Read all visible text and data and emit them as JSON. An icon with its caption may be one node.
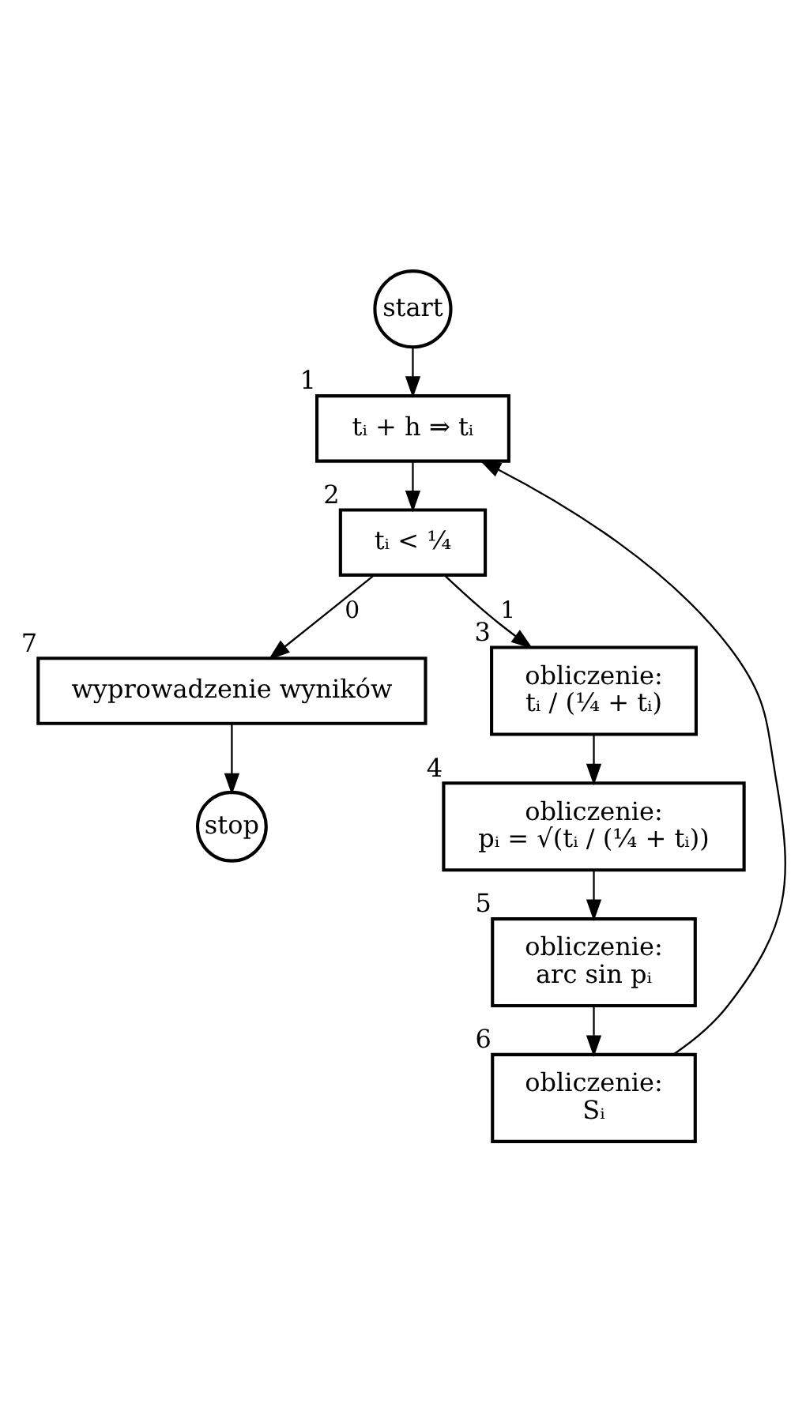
{
  "diagram": {
    "nodes": [
      {
        "text": [
          "start"
        ]
      },
      {
        "text": [
          "tᵢ + h ⇒ tᵢ"
        ],
        "beside": [
          "1"
        ]
      },
      {
        "text": [
          "tᵢ < ¼"
        ],
        "beside": [
          "2"
        ]
      },
      {
        "text": [
          "wyprowadzenie wyników"
        ],
        "beside": [
          "7"
        ]
      },
      {
        "text": [
          "stop"
        ]
      },
      {
        "text": [
          "obliczenie:",
          "tᵢ / (¼ + tᵢ)"
        ],
        "beside": [
          "3"
        ]
      },
      {
        "text": [
          "obliczenie:",
          "pᵢ = √(tᵢ / (¼ + tᵢ))"
        ],
        "beside": [
          "4"
        ]
      },
      {
        "text": [
          "obliczenie:",
          "arc sin pᵢ"
        ],
        "beside": [
          "5"
        ]
      },
      {
        "text": [
          "obliczenie:",
          "Sᵢ"
        ],
        "beside": [
          "6"
        ]
      }
    ],
    "edges": [
      {
        "from": 0,
        "to": 1,
        "arrow": "to"
      },
      {
        "from": 1,
        "to": 2,
        "arrow": "to"
      },
      {
        "from": 2,
        "to": 3,
        "arrow": "to",
        "label": "0"
      },
      {
        "from": 3,
        "to": 4,
        "arrow": "to"
      },
      {
        "from": 2,
        "to": 5,
        "arrow": "to",
        "label": "1"
      },
      {
        "from": 5,
        "to": 6,
        "arrow": "to"
      },
      {
        "from": 6,
        "to": 7,
        "arrow": "to"
      },
      {
        "from": 7,
        "to": 8,
        "arrow": "to"
      },
      {
        "from": 8,
        "to": 1,
        "arrow": "to"
      }
    ]
  }
}
